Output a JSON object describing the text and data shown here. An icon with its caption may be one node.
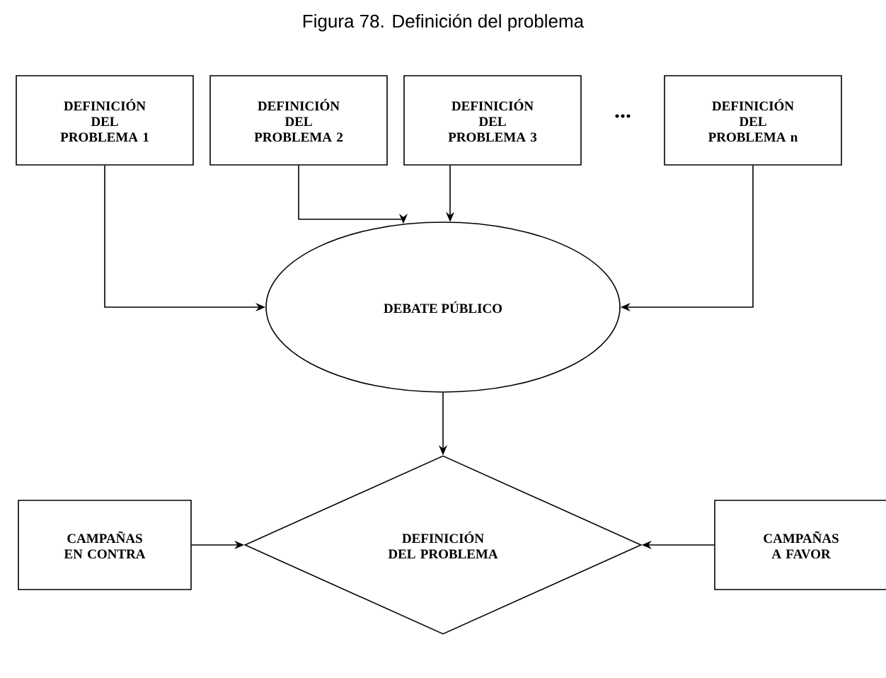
{
  "diagram": {
    "title": "Figura 78. Definición del problema",
    "nodes": [
      {
        "text": [
          "DEFINICIÓN DEL PROBLEMA 1"
        ]
      },
      {
        "text": [
          "DEFINICIÓN DEL PROBLEMA 2"
        ]
      },
      {
        "text": [
          "DEFINICIÓN DEL PROBLEMA 3"
        ]
      },
      {
        "text": [
          "DEFINICIÓN DEL PROBLEMA n"
        ]
      },
      {
        "text": [
          "DEBATE PÚBLICO"
        ]
      },
      {
        "text": [
          "DEFINICIÓN DEL PROBLEMA"
        ]
      },
      {
        "text": [
          "CAMPAÑAS EN CONTRA"
        ]
      },
      {
        "text": [
          "CAMPAÑAS A FAVOR"
        ]
      }
    ],
    "edges": [
      {
        "from": 0,
        "to": 4,
        "arrow": "to"
      },
      {
        "from": 1,
        "to": 4,
        "arrow": "to"
      },
      {
        "from": 2,
        "to": 4,
        "arrow": "to"
      },
      {
        "from": 3,
        "to": 4,
        "arrow": "to"
      },
      {
        "from": 4,
        "to": 5,
        "arrow": "to"
      },
      {
        "from": 6,
        "to": 5,
        "arrow": "to"
      },
      {
        "from": 7,
        "to": 5,
        "arrow": "to"
      }
    ],
    "labels": [
      "..."
    ]
  }
}
